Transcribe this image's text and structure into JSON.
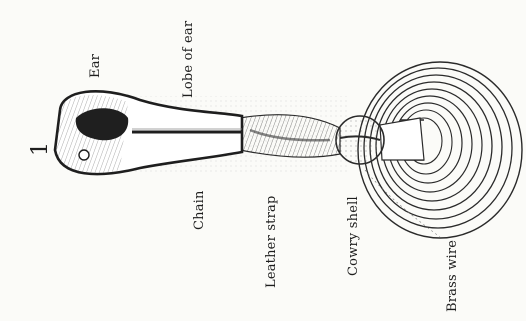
{
  "figure_number": "1",
  "labels": {
    "ear": "Ear",
    "lobe": "Lobe of ear",
    "chain": "Chain",
    "strap": "Leather strap",
    "cowry": "Cowry shell",
    "wire": "Brass wire"
  },
  "colors": {
    "paper": "#fbfbf8",
    "ink": "#1e1e1e"
  }
}
